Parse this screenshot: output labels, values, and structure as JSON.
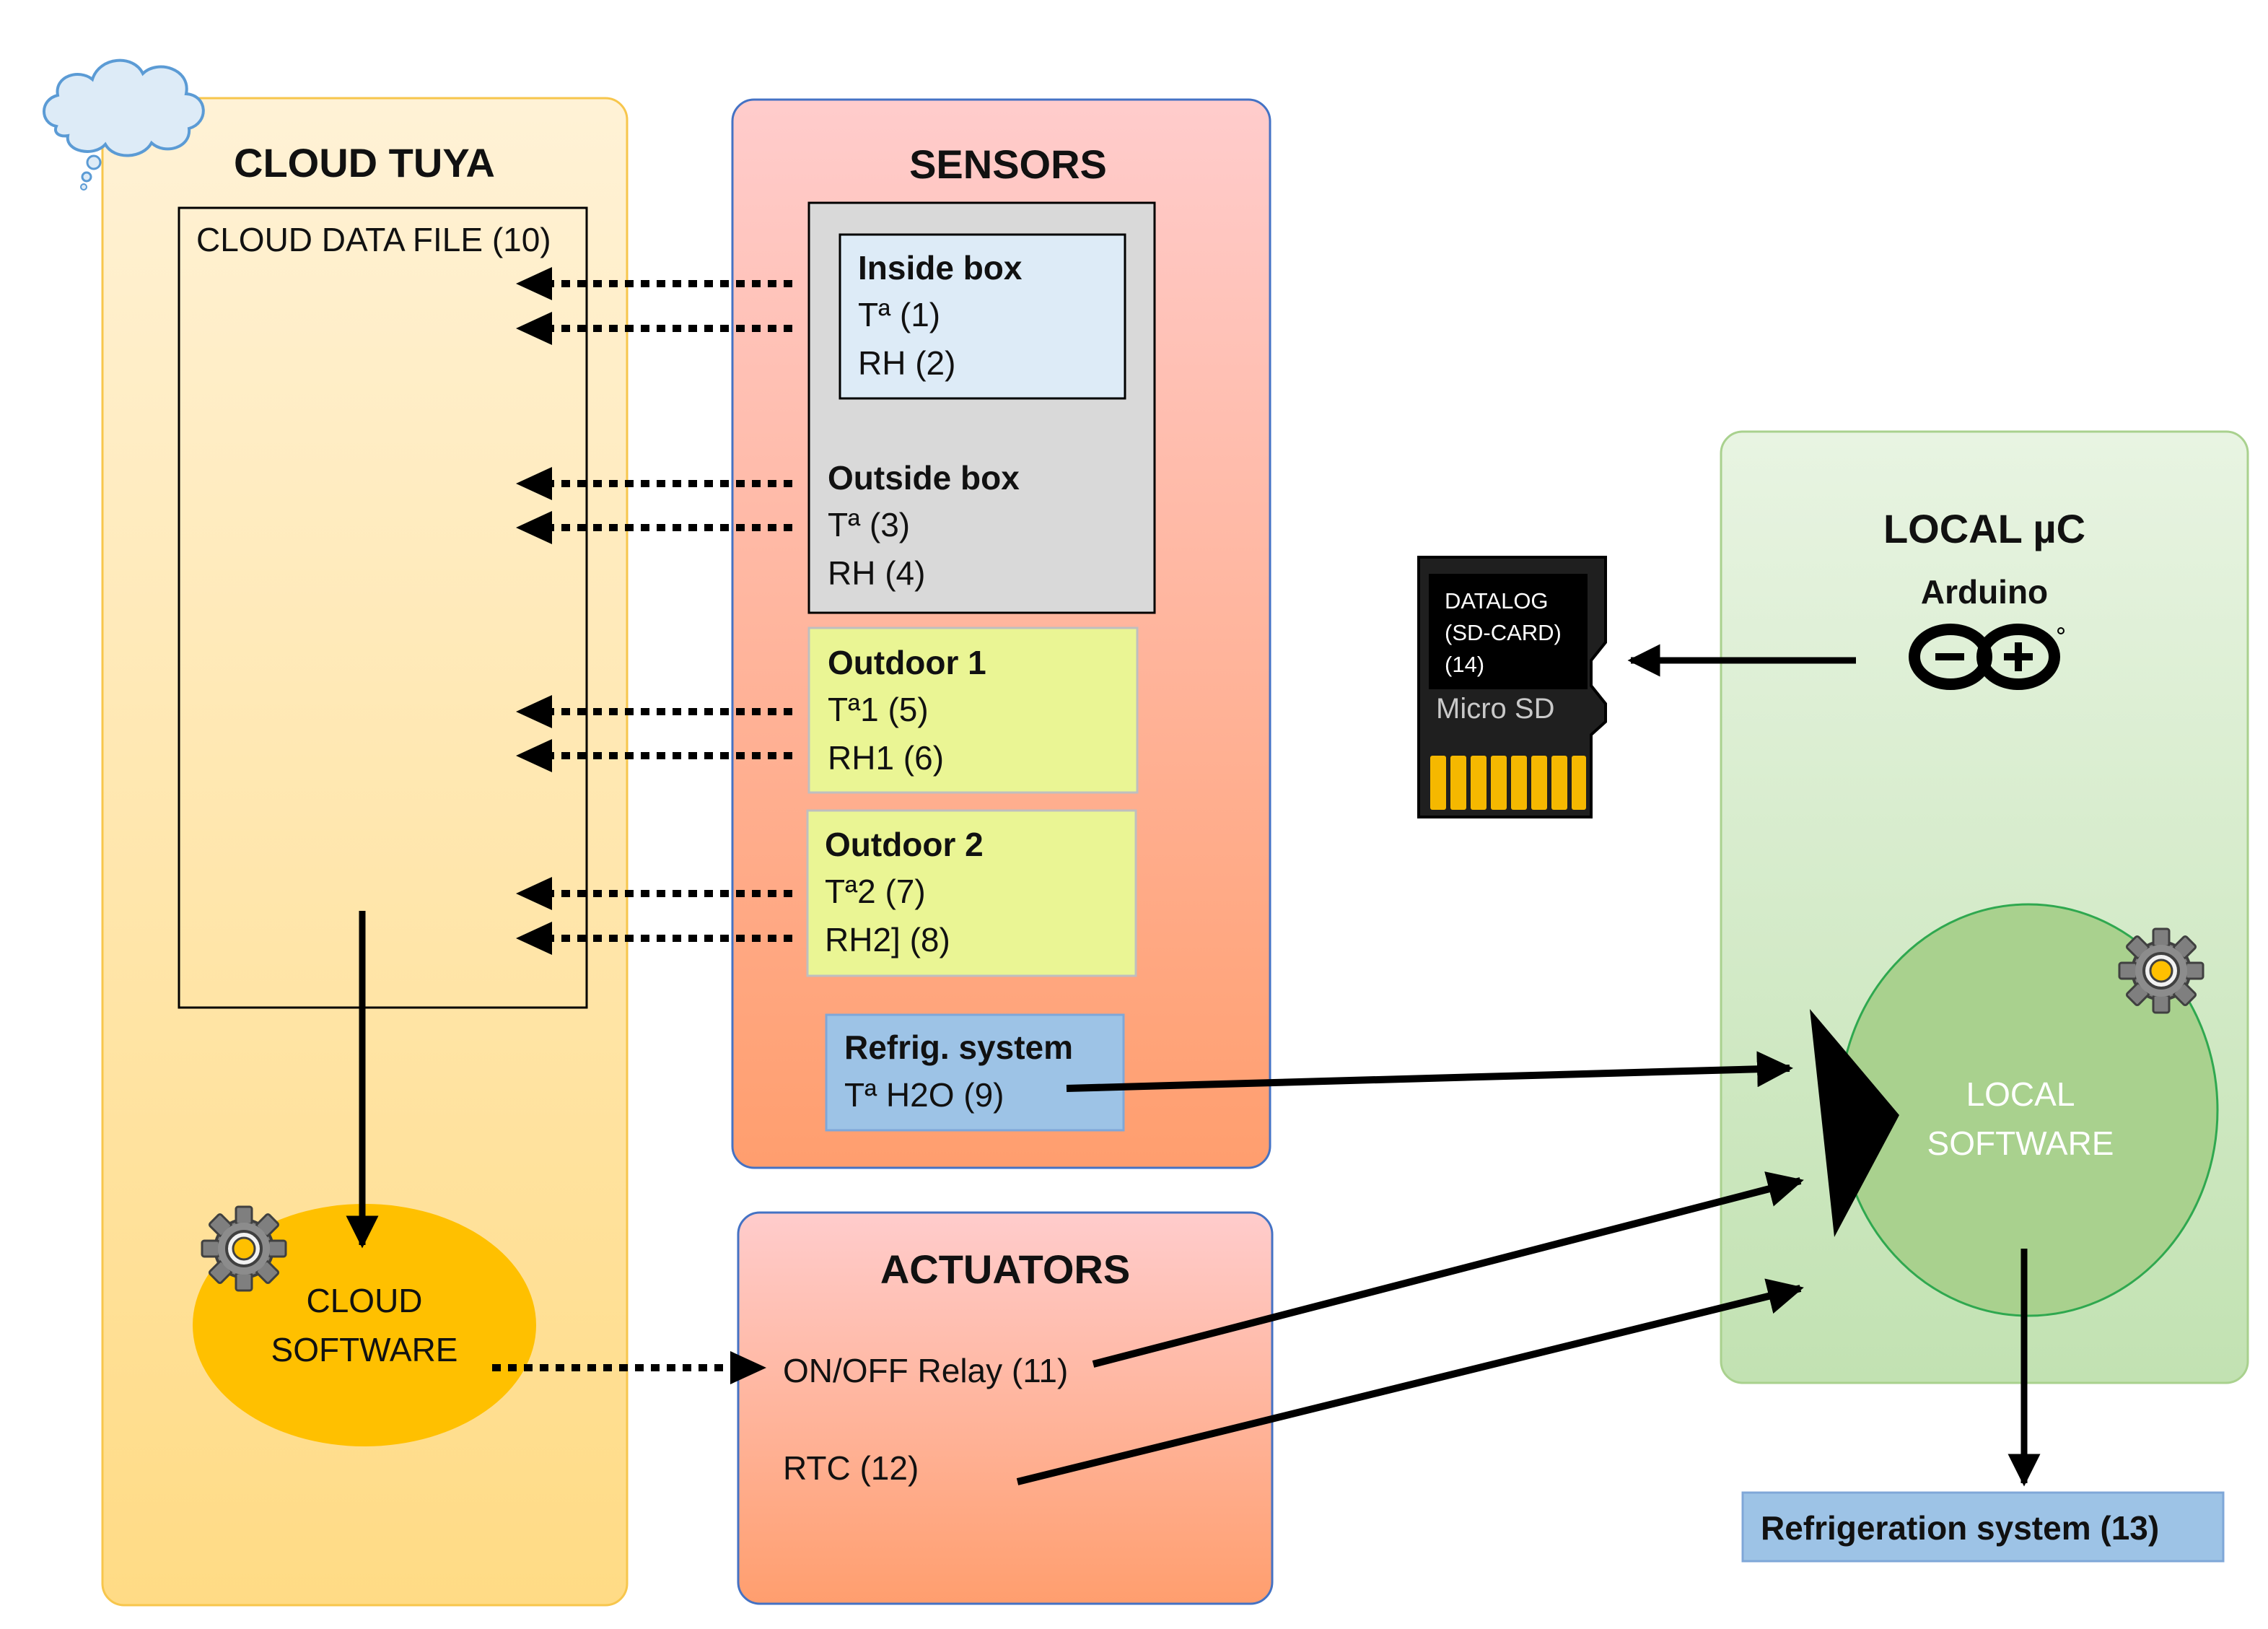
{
  "cloud": {
    "title": "CLOUD TUYA",
    "data_file": "CLOUD DATA FILE (10)",
    "software_line1": "CLOUD",
    "software_line2": "SOFTWARE"
  },
  "sensors": {
    "title": "SENSORS",
    "inside_box": {
      "header": "Inside box",
      "temp": "Tª (1)",
      "rh": "RH (2)"
    },
    "outside_box": {
      "header": "Outside box",
      "temp": "Tª (3)",
      "rh": "RH (4)"
    },
    "outdoor1": {
      "header": "Outdoor 1",
      "temp": "Tª1 (5)",
      "rh": "RH1 (6)"
    },
    "outdoor2": {
      "header": "Outdoor 2",
      "temp": "Tª2 (7)",
      "rh": "RH2] (8)"
    },
    "refrig": {
      "header": "Refrig. system",
      "temp": "Tª H2O (9)"
    }
  },
  "actuators": {
    "title": "ACTUATORS",
    "relay": "ON/OFF Relay (11)",
    "rtc": "RTC (12)"
  },
  "local": {
    "title": "LOCAL µC",
    "board": "Arduino",
    "software_line1": "LOCAL",
    "software_line2": "SOFTWARE",
    "refrigeration": "Refrigeration system (13)"
  },
  "sdcard": {
    "line1": "DATALOG",
    "line2": "(SD-CARD)",
    "line3": "(14)",
    "brand": "Micro SD"
  },
  "icons": {
    "cloud": "cloud-icon",
    "gear": "gear-icon",
    "arduino": "arduino-logo-icon",
    "sd_card": "micro-sd-card-icon"
  },
  "colors": {
    "cloud_panel": "#FDEBC0",
    "sensors_panel_top": "#FFCCCC",
    "sensors_panel_bottom": "#FF9966",
    "local_panel": "#D6EDCC",
    "cloud_software": "#FFC000",
    "local_software": "#A9D18E",
    "inside_box": "#DDEBF7",
    "outside_box": "#D9D9D9",
    "outdoor": "#EAF594",
    "refrig": "#9DC3E6"
  }
}
